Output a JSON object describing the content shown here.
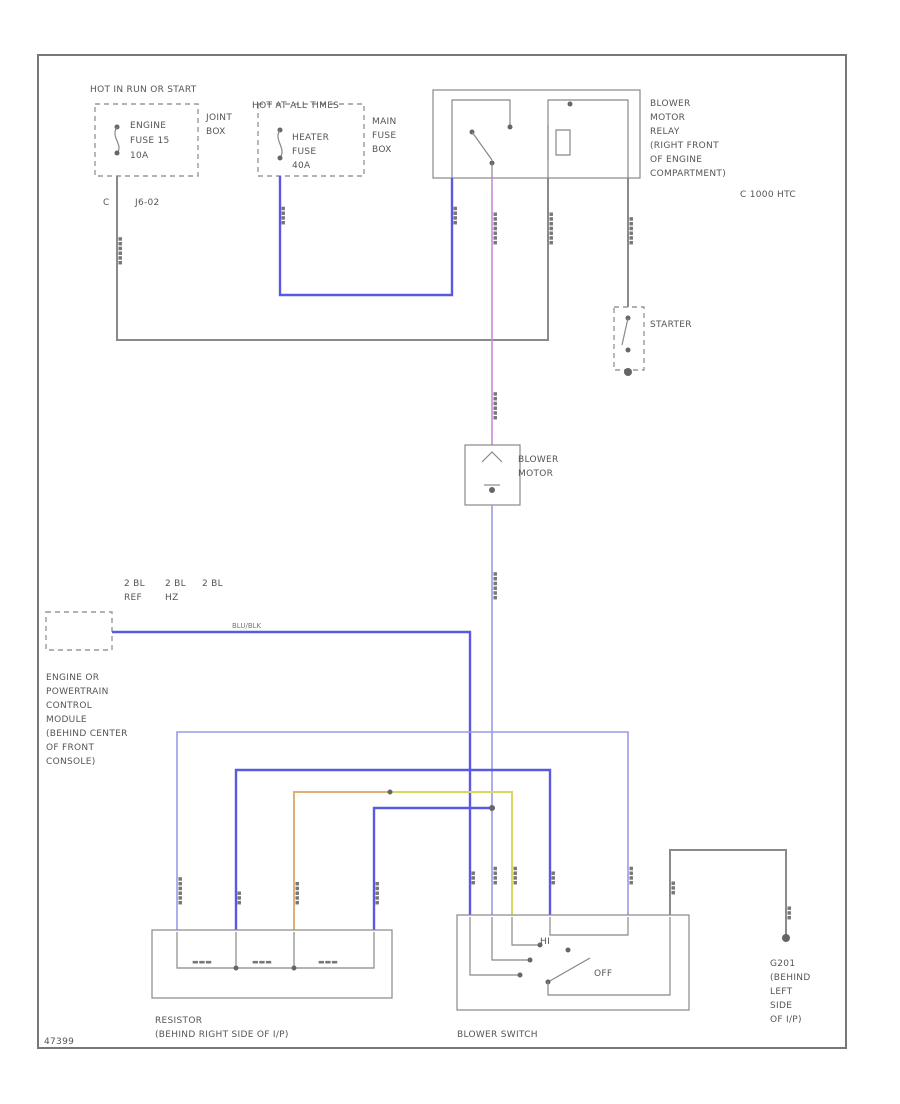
{
  "diagram": {
    "components": {
      "hot_bus": "HOT IN RUN OR START",
      "engine_fuse": [
        "ENGINE",
        "FUSE 15",
        "10A"
      ],
      "joint_box": [
        "JOINT",
        "BOX"
      ],
      "hot_all": "HOT AT ALL TIMES",
      "heater_fuse": [
        "HEATER",
        "FUSE",
        "40A"
      ],
      "main_fuse_box": [
        "MAIN",
        "FUSE",
        "BOX"
      ],
      "relay": [
        "BLOWER",
        "MOTOR",
        "RELAY",
        "(RIGHT FRONT",
        "OF ENGINE",
        "COMPARTMENT)"
      ],
      "relay_code": "C 1000 HTC",
      "connector_c": "C",
      "connector_code": "J6-02",
      "starter": "STARTER",
      "blower_motor": [
        "BLOWER",
        "MOTOR"
      ],
      "pcm": [
        "ENGINE OR",
        "POWERTRAIN",
        "CONTROL",
        "MODULE",
        "(BEHIND CENTER",
        "OF FRONT",
        "CONSOLE)"
      ],
      "pcm_pins": [
        [
          "2 BL",
          "REF"
        ],
        [
          "2 BL",
          "HZ"
        ],
        [
          "2 BL",
          ""
        ]
      ],
      "pcm_wire": "BLU/BLK",
      "resistor": [
        "RESISTOR",
        "(BEHIND RIGHT SIDE OF I/P)"
      ],
      "blower_switch": "BLOWER SWITCH",
      "switch_off": "OFF",
      "switch_hi": "HI",
      "ground": [
        "G201",
        "(BEHIND",
        "LEFT",
        "SIDE",
        "OF I/P)"
      ],
      "figure_id": "47399"
    }
  }
}
